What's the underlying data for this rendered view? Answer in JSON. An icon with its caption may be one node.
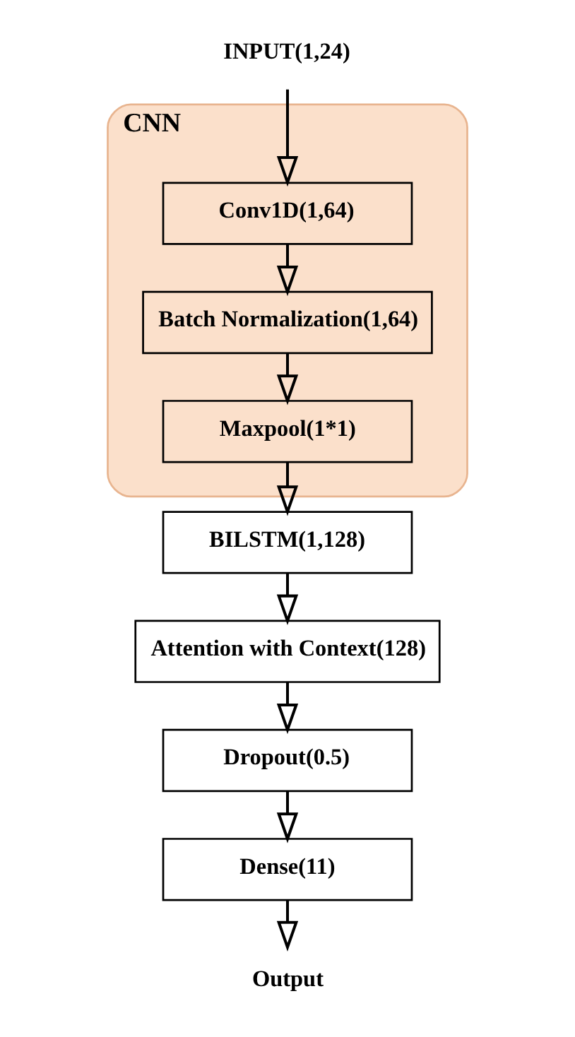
{
  "diagram": {
    "nodes": [
      {
        "text": [
          "INPUT(1,24)"
        ]
      },
      {
        "text": [
          "CNN"
        ]
      },
      {
        "text": [
          "Conv1D(1,64)"
        ],
        "in": 1
      },
      {
        "text": [
          "Batch Normalization(1,64)"
        ],
        "in": 1
      },
      {
        "text": [
          "Maxpool(1*1)"
        ],
        "in": 1
      },
      {
        "text": [
          "BILSTM(1,128)"
        ]
      },
      {
        "text": [
          "Attention with Context(128)"
        ]
      },
      {
        "text": [
          "Dropout(0.5)"
        ]
      },
      {
        "text": [
          "Dense(11)"
        ]
      },
      {
        "text": [
          "Output"
        ]
      }
    ],
    "edges": [
      {
        "from": 0,
        "to": 2,
        "arrow": "to"
      },
      {
        "from": 2,
        "to": 3,
        "arrow": "to"
      },
      {
        "from": 3,
        "to": 4,
        "arrow": "to"
      },
      {
        "from": 4,
        "to": 5,
        "arrow": "to"
      },
      {
        "from": 5,
        "to": 6,
        "arrow": "to"
      },
      {
        "from": 6,
        "to": 7,
        "arrow": "to"
      },
      {
        "from": 7,
        "to": 8,
        "arrow": "to"
      },
      {
        "from": 8,
        "to": 9,
        "arrow": "to"
      }
    ]
  }
}
